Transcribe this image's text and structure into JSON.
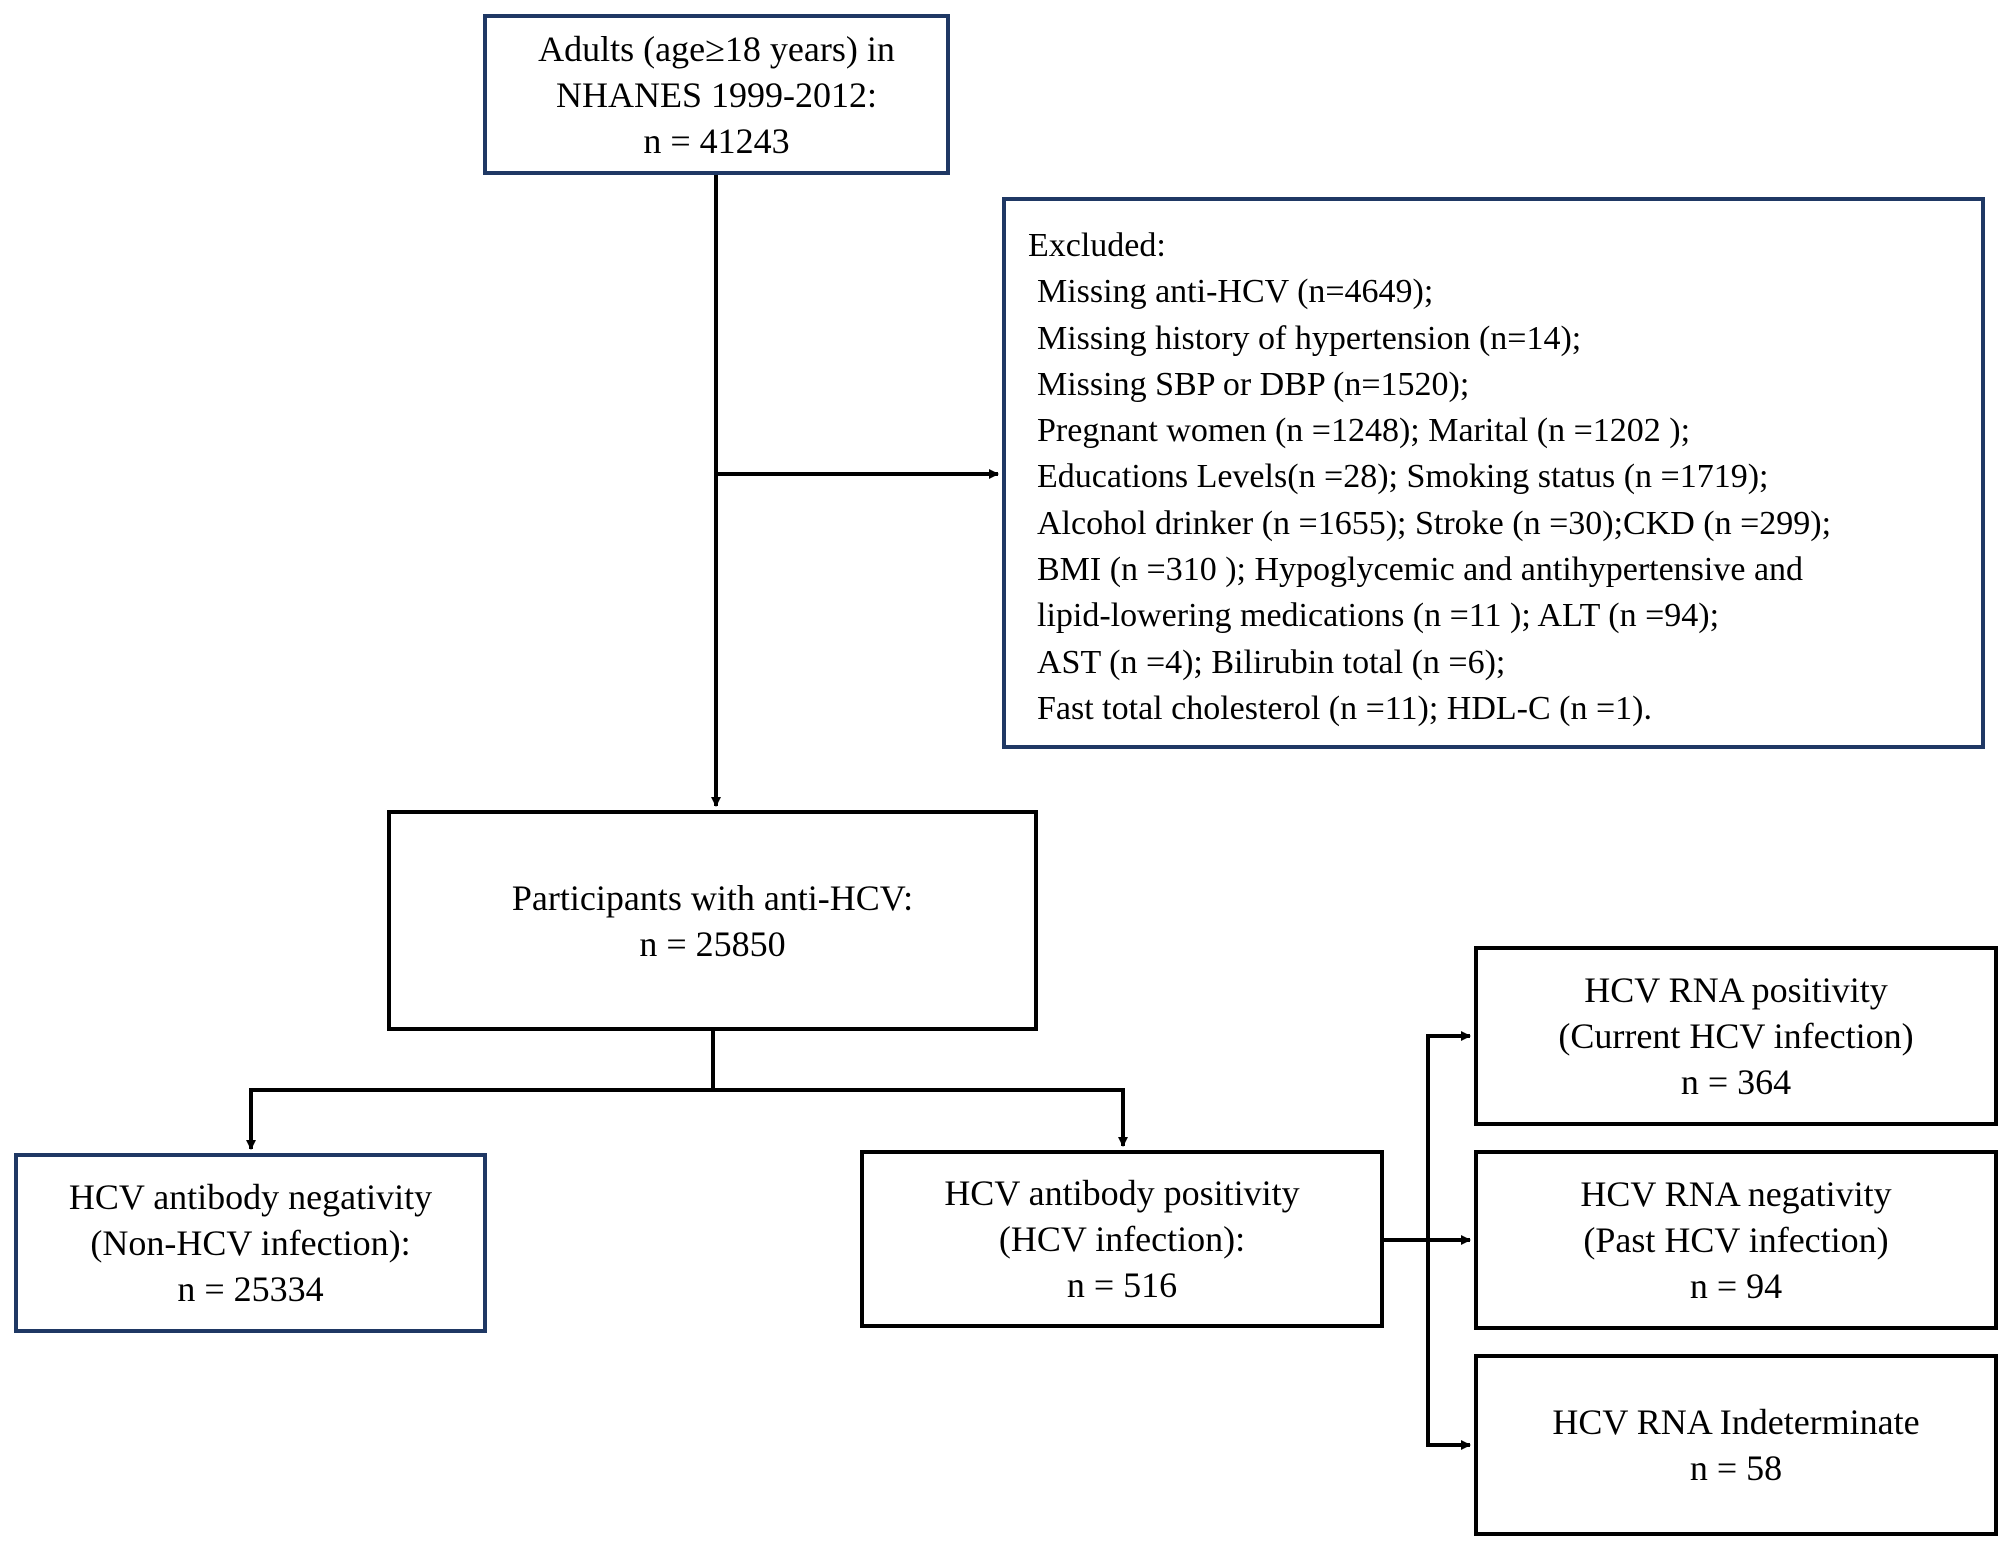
{
  "flowchart": {
    "start": {
      "lines": [
        "Adults (age≥18 years) in",
        "NHANES 1999-2012:",
        "n = 41243"
      ]
    },
    "excluded": {
      "title": "Excluded:",
      "items": [
        "Missing anti-HCV (n=4649);",
        "Missing history of hypertension (n=14);",
        "Missing SBP or DBP (n=1520);",
        "Pregnant women (n =1248); Marital (n =1202 );",
        "Educations Levels(n =28); Smoking status (n =1719);",
        "Alcohol drinker (n =1655); Stroke (n =30);CKD (n =299);",
        "BMI (n =310 ); Hypoglycemic and antihypertensive and",
        "lipid-lowering medications (n =11 );  ALT (n =94);",
        "AST (n =4); Bilirubin total (n =6);",
        "Fast total cholesterol (n =11); HDL-C (n =1)."
      ]
    },
    "participants": {
      "lines": [
        "Participants with anti-HCV:",
        "n = 25850"
      ]
    },
    "antibody_negative": {
      "lines": [
        "HCV antibody negativity",
        "(Non-HCV infection):",
        "n = 25334"
      ]
    },
    "antibody_positive": {
      "lines": [
        "HCV antibody positivity",
        "(HCV infection):",
        "n = 516"
      ]
    },
    "rna_positive": {
      "lines": [
        "HCV RNA positivity",
        "(Current HCV infection)",
        "n = 364"
      ]
    },
    "rna_negative": {
      "lines": [
        "HCV RNA negativity",
        "(Past HCV infection)",
        "n = 94"
      ]
    },
    "rna_indeterminate": {
      "lines": [
        "HCV RNA Indeterminate",
        "n = 58"
      ]
    }
  },
  "colors": {
    "box_border_navy": "#1f3864",
    "box_border_black": "#000000",
    "connector": "#000000"
  }
}
